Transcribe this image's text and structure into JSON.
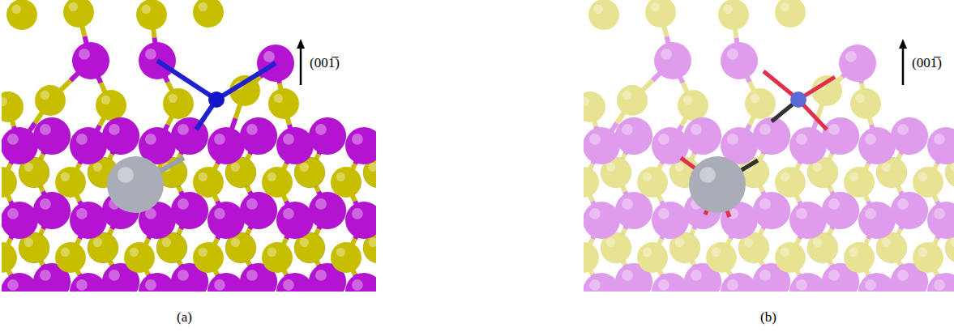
{
  "diagram": {
    "labels": [
      "(001̅)",
      "(001̅)",
      "(a)",
      "(b)"
    ]
  }
}
